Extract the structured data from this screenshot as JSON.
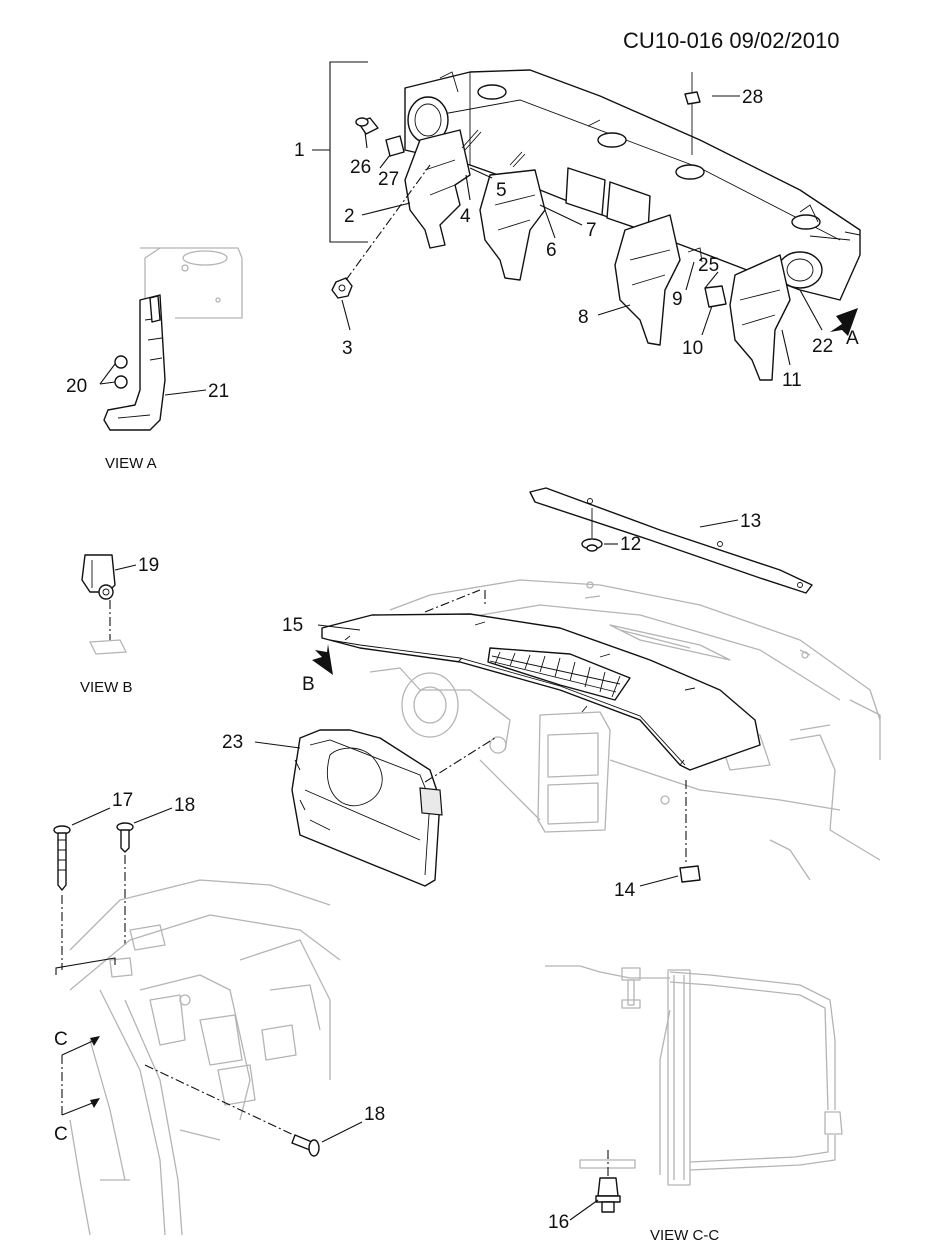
{
  "header": {
    "code": "CU10-016 09/02/2010"
  },
  "labels": {
    "l1": "1",
    "l2": "2",
    "l3": "3",
    "l4": "4",
    "l5": "5",
    "l6": "6",
    "l7": "7",
    "l8": "8",
    "l9": "9",
    "l10": "10",
    "l11": "11",
    "l12": "12",
    "l13": "13",
    "l14": "14",
    "l15": "15",
    "l16": "16",
    "l17": "17",
    "l18a": "18",
    "l18b": "18",
    "l19": "19",
    "l20": "20",
    "l21": "21",
    "l22": "22",
    "l23": "23",
    "l25": "25",
    "l26": "26",
    "l27": "27",
    "l28": "28"
  },
  "arrows": {
    "a": "A",
    "b": "B",
    "c_top": "C",
    "c_bottom": "C"
  },
  "views": {
    "view_a": "VIEW A",
    "view_b": "VIEW B",
    "view_cc": "VIEW C-C"
  }
}
